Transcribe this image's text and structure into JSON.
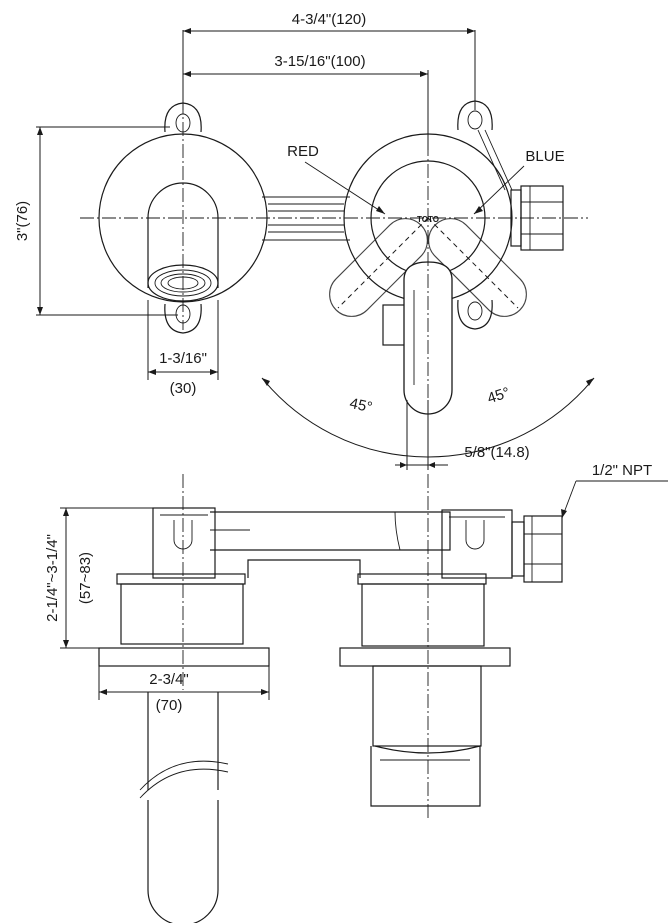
{
  "dimensions": {
    "overall_width": "4-3/4\"(120)",
    "valve_spacing": "3-15/16\"(100)",
    "height": "3\"(76)",
    "spout_width_in": "1-3/16\"",
    "spout_width_mm": "(30)",
    "handle_offset": "5/8\"(14.8)",
    "wall_range_in": "2-1/4\"~3-1/4\"",
    "wall_range_mm": "(57~83)",
    "flange_in": "2-3/4\"",
    "flange_mm": "(70)",
    "connection": "1/2\" NPT"
  },
  "labels": {
    "hot": "RED",
    "cold": "BLUE",
    "angle_left": "45°",
    "angle_right": "45°",
    "brand": "TOTO"
  }
}
